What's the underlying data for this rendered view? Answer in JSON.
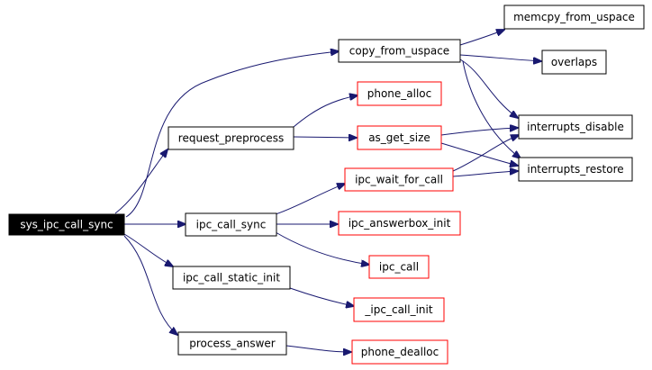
{
  "graph": {
    "colors": {
      "edge": "#191970",
      "root_fill": "#000000",
      "root_text": "#ffffff",
      "normal_border": "#000000",
      "undocumented_border": "#ff0000",
      "node_fill": "#ffffff"
    },
    "nodes": {
      "sys_ipc_call_sync": {
        "label": "sys_ipc_call_sync",
        "kind": "root"
      },
      "request_preprocess": {
        "label": "request_preprocess",
        "kind": "normal"
      },
      "ipc_call_sync": {
        "label": "ipc_call_sync",
        "kind": "normal"
      },
      "ipc_call_static_init": {
        "label": "ipc_call_static_init",
        "kind": "normal"
      },
      "process_answer": {
        "label": "process_answer",
        "kind": "normal"
      },
      "copy_from_uspace": {
        "label": "copy_from_uspace",
        "kind": "normal"
      },
      "phone_alloc": {
        "label": "phone_alloc",
        "kind": "red"
      },
      "as_get_size": {
        "label": "as_get_size",
        "kind": "red"
      },
      "ipc_wait_for_call": {
        "label": "ipc_wait_for_call",
        "kind": "red"
      },
      "ipc_answerbox_init": {
        "label": "ipc_answerbox_init",
        "kind": "red"
      },
      "ipc_call": {
        "label": "ipc_call",
        "kind": "red"
      },
      "_ipc_call_init": {
        "label": "_ipc_call_init",
        "kind": "red"
      },
      "phone_dealloc": {
        "label": "phone_dealloc",
        "kind": "red"
      },
      "memcpy_from_uspace": {
        "label": "memcpy_from_uspace",
        "kind": "normal"
      },
      "overlaps": {
        "label": "overlaps",
        "kind": "normal"
      },
      "interrupts_disable": {
        "label": "interrupts_disable",
        "kind": "normal"
      },
      "interrupts_restore": {
        "label": "interrupts_restore",
        "kind": "normal"
      }
    }
  }
}
